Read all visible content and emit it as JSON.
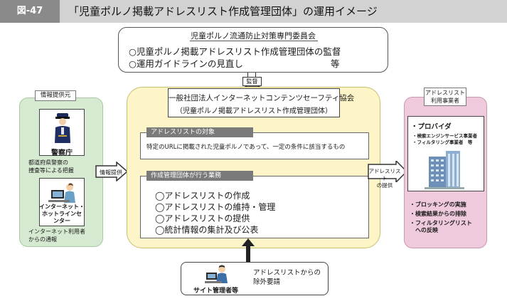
{
  "header": {
    "tag": "図-47",
    "title": "「児童ポルノ掲載アドレスリスト作成管理団体」の運用イメージ"
  },
  "committee": {
    "title": "児童ポルノ流通防止対策専門委員会",
    "line1": "○児童ポルノ掲載アドレスリスト作成管理団体の監督",
    "line2": "○運用ガイドラインの見直し",
    "line2_suffix": "等"
  },
  "supervision_label": "監督",
  "left_panel": {
    "title": "情報提供元",
    "police": {
      "name": "警察庁",
      "desc": [
        "都道府県警察の",
        "捜査等による把握"
      ]
    },
    "hotline": {
      "name": [
        "インターネット・",
        "ホットラインセ",
        "ンター"
      ],
      "desc": [
        "インターネット利用者",
        "からの通報"
      ]
    }
  },
  "info_arrow_label": "情報提供",
  "association": {
    "line1": "一般社団法人インターネットコンテンツセーフティ協会",
    "line2": "（児童ポルノ掲載アドレスリスト作成管理団体）"
  },
  "target": {
    "tab": "アドレスリストの対象",
    "text": "特定のURLに掲載された児童ポルノであって、一定の条件に該当するもの"
  },
  "duties": {
    "tab": "作成管理団体が行う業務",
    "items": [
      "◯アドレスリストの作成",
      "◯アドレスリストの維持・管理",
      "◯アドレスリストの提供",
      "◯統計情報の集計及び公表"
    ]
  },
  "provide_arrow_label": [
    "アドレスリスト",
    "の提供"
  ],
  "right_panel": {
    "title": [
      "アドレスリスト",
      "利用事業者"
    ],
    "provider_title": "・プロバイダ",
    "provider_sub": [
      "・検索エンジンサービス事業者",
      "・フィルタリング事業者　等"
    ],
    "items": [
      [
        "・ブロッキングの実施"
      ],
      [
        "・検索結果からの排除"
      ],
      [
        "・フィルタリングリスト",
        "　への反映"
      ]
    ]
  },
  "site_admin": {
    "name": "サイト管理者等",
    "request": [
      "アドレスリストからの",
      "除外要請"
    ]
  },
  "colors": {
    "left_panel": "#d6ead1",
    "main_panel": "#fdf5c8",
    "right_panel": "#efcadd",
    "tab": "#7a7a7a",
    "header": "#d2d2d2"
  }
}
